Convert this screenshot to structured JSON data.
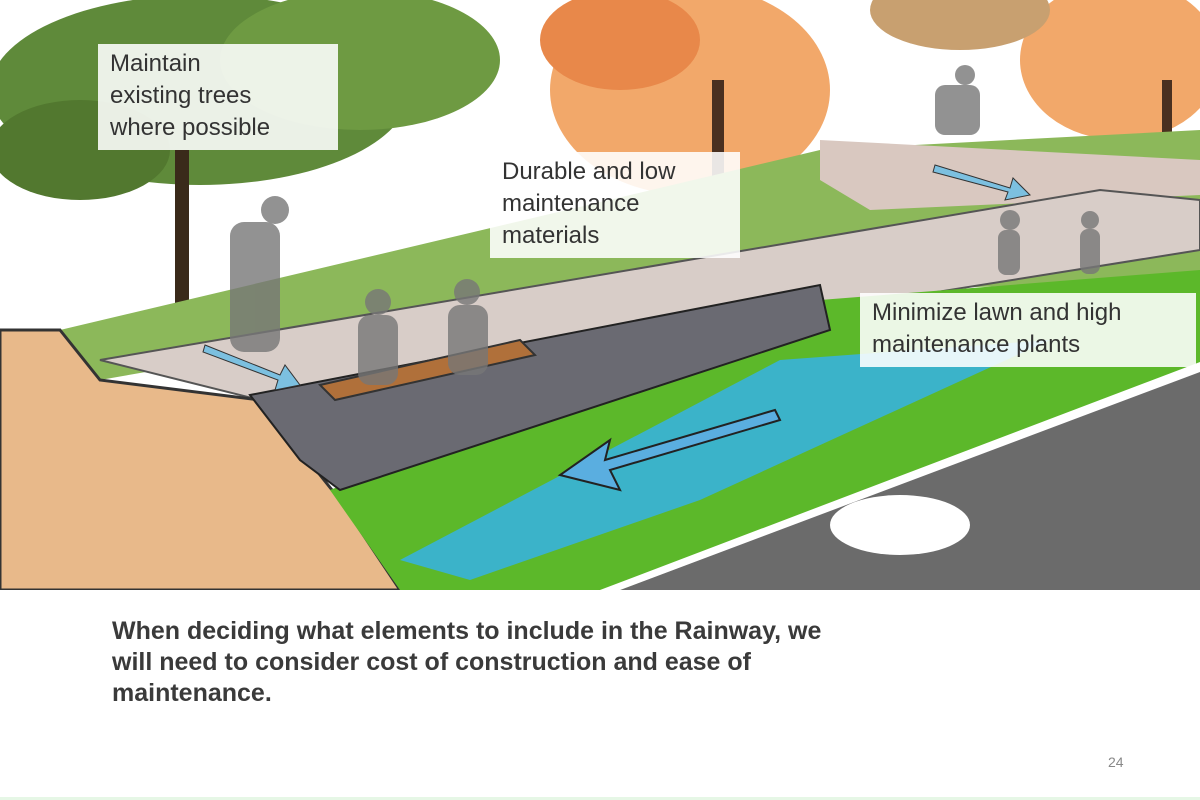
{
  "callouts": {
    "trees": "Maintain\nexisting trees\nwhere possible",
    "materials": "Durable and low\nmaintenance\nmaterials",
    "plants": "Minimize lawn and high\nmaintenance plants"
  },
  "caption": "When deciding what elements to include in the Rainway, we will need to consider cost of construction and ease of maintenance.",
  "page_number": "24",
  "colors": {
    "water": "#3bb3c9",
    "grass": "#7fbf3a",
    "foliage_orange": "#f0a060",
    "road": "#6b6b6b"
  }
}
